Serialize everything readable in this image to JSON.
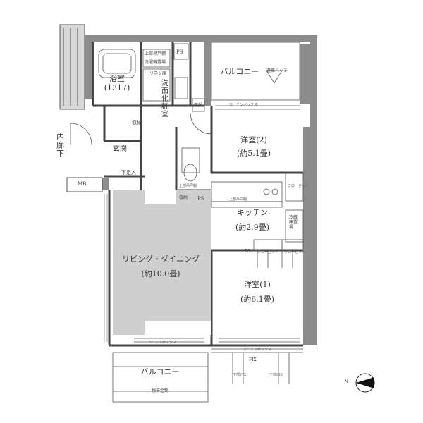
{
  "rooms": {
    "bath": {
      "name": "浴室",
      "size": "(1317)"
    },
    "balcony_top": {
      "name": "バルコニー",
      "hatch": "避難ハッチ"
    },
    "balcony_bottom": {
      "name": "バルコニー",
      "note": "物干金物"
    },
    "western2": {
      "name": "洋室(2)",
      "size": "(約5.1畳)"
    },
    "western1": {
      "name": "洋室(1)",
      "size": "(約6.1畳)"
    },
    "kitchen": {
      "name": "キッチン",
      "size": "(約2.9畳)"
    },
    "living": {
      "name": "リビング・ダイニング",
      "size": "(約10.0畳)"
    },
    "entrance": {
      "name": "玄関"
    },
    "corridor": {
      "name": "内廊下"
    },
    "washroom": {
      "name": "洗面化粧室",
      "linen": "リネン庫"
    }
  },
  "labels": {
    "ps": "PS",
    "mb": "MB",
    "storage": "収納",
    "shoe_storage": "下足入",
    "closet": "クローゼット",
    "curtain_box": "カーテンボックス",
    "upper_cabinet": "上部吊戸棚",
    "upper_dryer": "上部吊戸棚",
    "upper_dryer_top": "上部吊戸棚",
    "dryer": "洗濯機置場",
    "fridge": "冷蔵庫置場",
    "fix": "FIX",
    "lower_fix": "下部FIX",
    "north": "N"
  }
}
